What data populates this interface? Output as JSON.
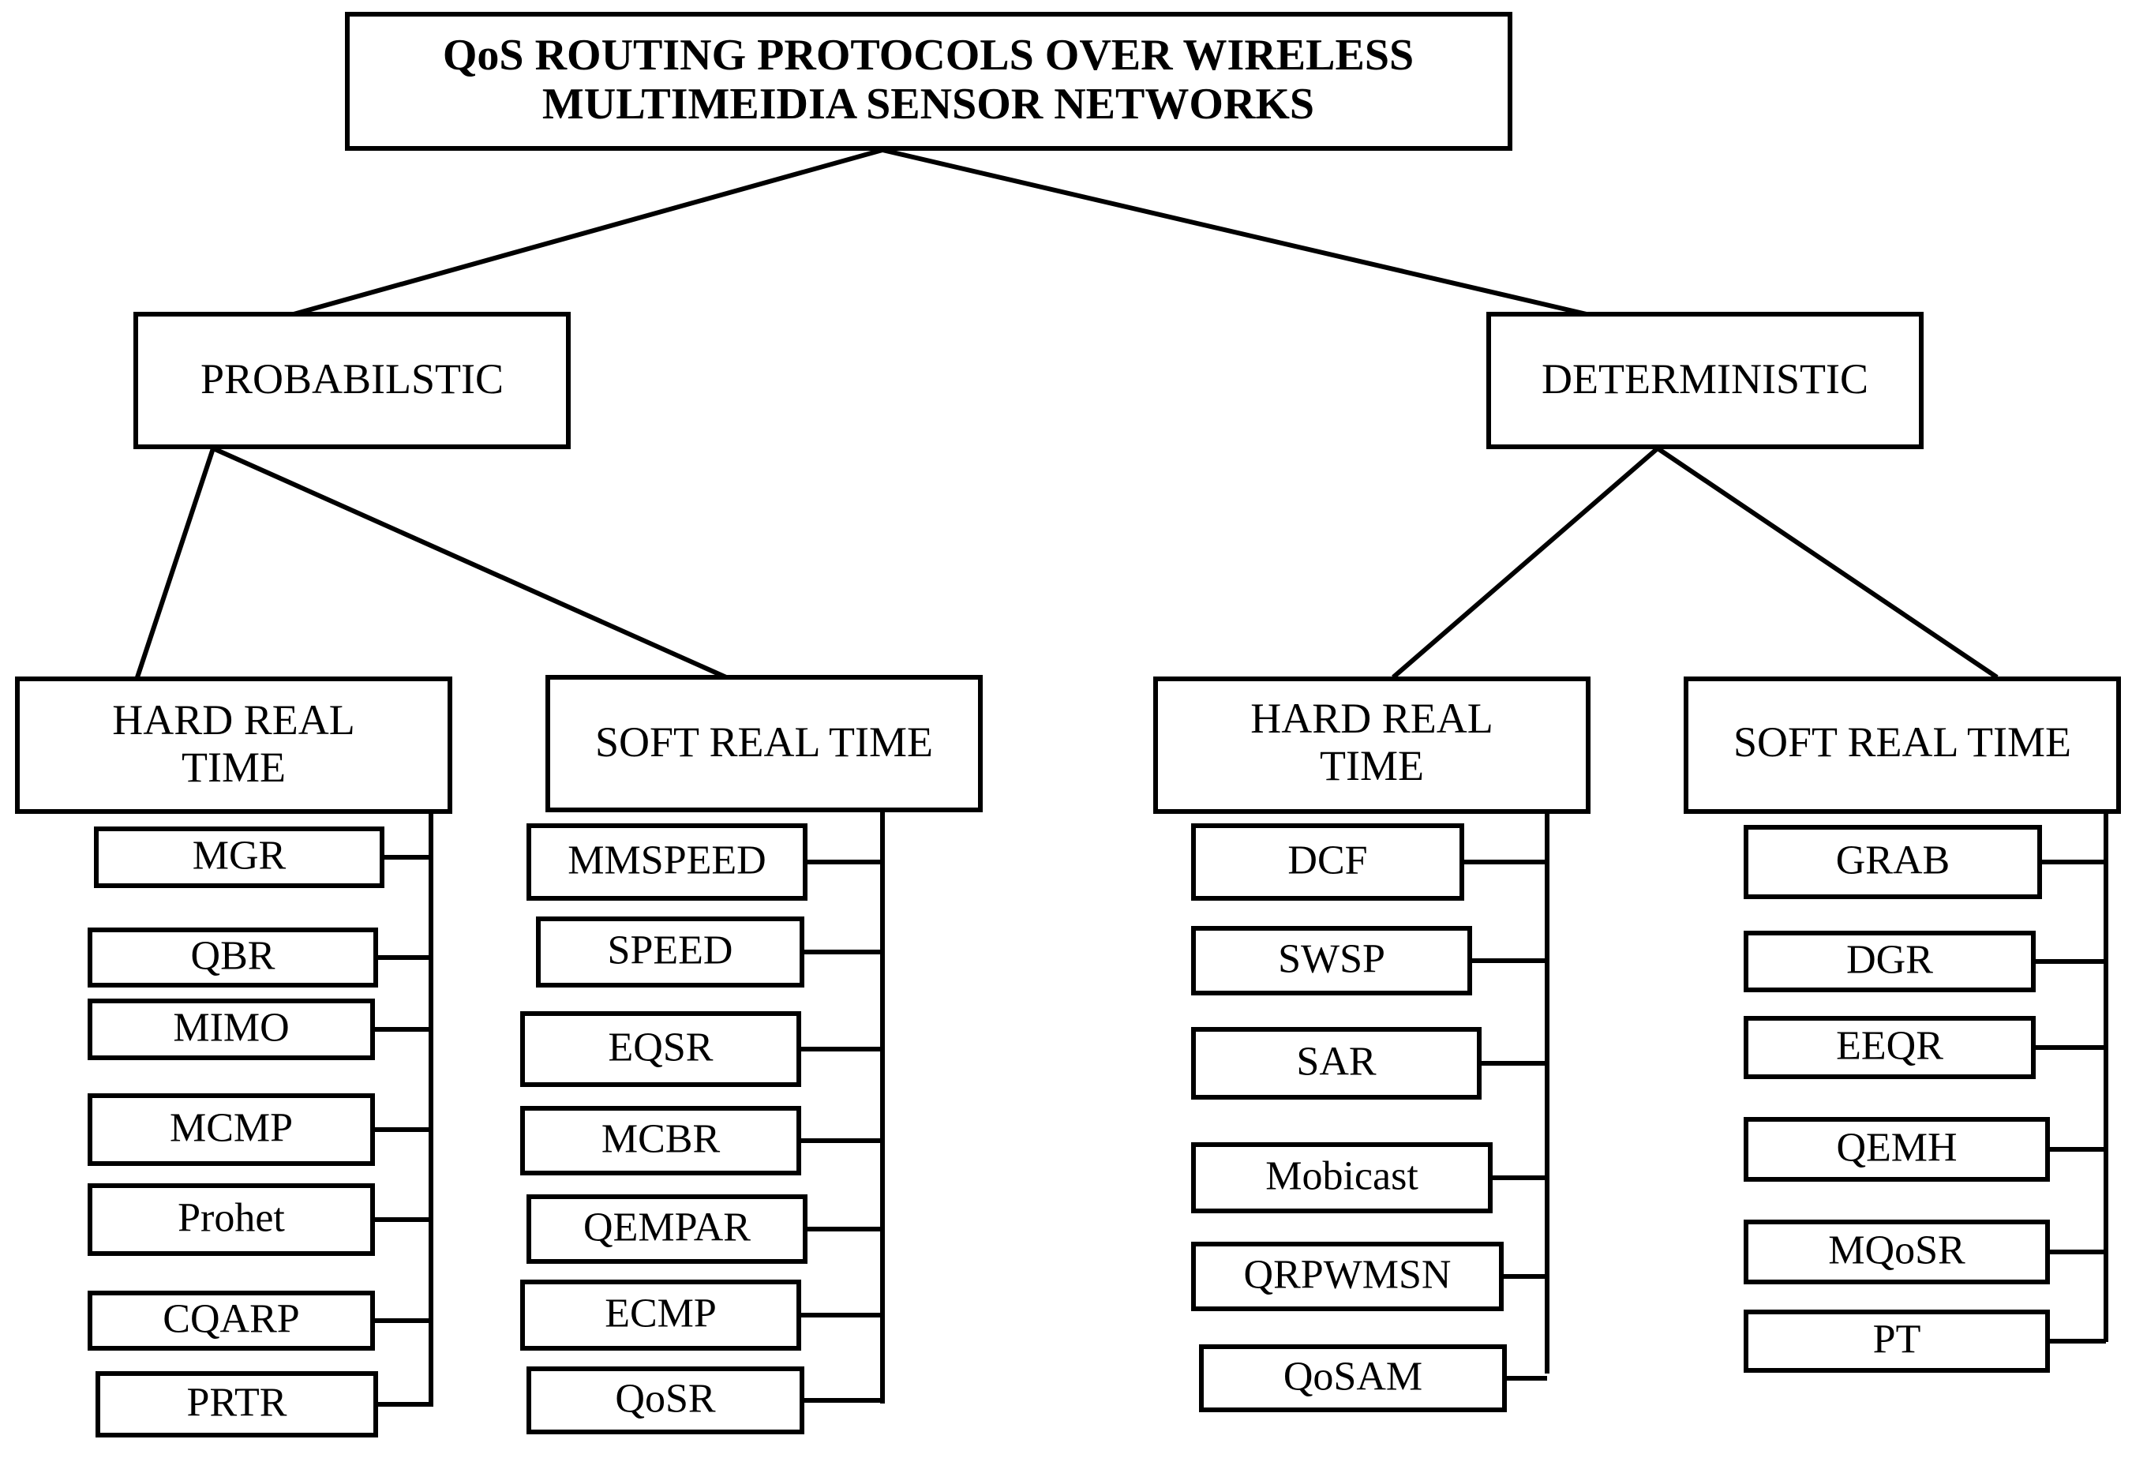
{
  "title": {
    "line1": "QoS ROUTING PROTOCOLS OVER WIRELESS",
    "line2": "MULTIMEIDIA  SENSOR NETWORKS"
  },
  "categories": [
    {
      "label": "PROBABILSTIC",
      "groups": [
        {
          "label_lines": [
            "HARD REAL",
            "TIME"
          ],
          "protocols": [
            "MGR",
            "QBR",
            "MIMO",
            "MCMP",
            "Prohet",
            "CQARP",
            "PRTR"
          ]
        },
        {
          "label_lines": [
            "SOFT REAL TIME"
          ],
          "protocols": [
            "MMSPEED",
            "SPEED",
            "EQSR",
            "MCBR",
            "QEMPAR",
            "ECMP",
            "QoSR"
          ]
        }
      ]
    },
    {
      "label": "DETERMINISTIC",
      "groups": [
        {
          "label_lines": [
            "HARD REAL",
            "TIME"
          ],
          "protocols": [
            "DCF",
            "SWSP",
            "SAR",
            "Mobicast",
            "QRPWMSN",
            "QoSAM"
          ]
        },
        {
          "label_lines": [
            "SOFT REAL TIME"
          ],
          "protocols": [
            "GRAB",
            "DGR",
            "EEQR",
            "QEMH",
            "MQoSR",
            "PT"
          ]
        }
      ]
    }
  ]
}
